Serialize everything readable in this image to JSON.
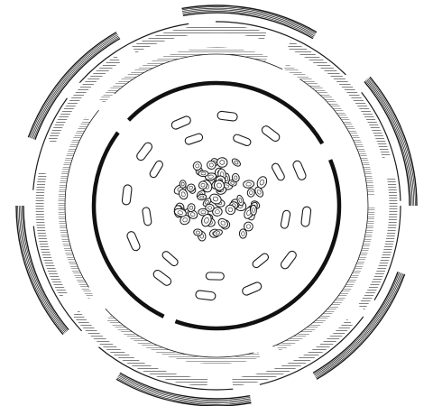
{
  "figure": {
    "subject": "engraving-floral-diagram",
    "ink_color": "#1a1a1a",
    "paper_color": "#ffffff",
    "outer_petal_count": 6,
    "hatched_ring_count": 2,
    "central_cell_cluster_count": 1,
    "stamen_count_inner_ring": 12,
    "stamen_count_outer_ring": 9
  }
}
